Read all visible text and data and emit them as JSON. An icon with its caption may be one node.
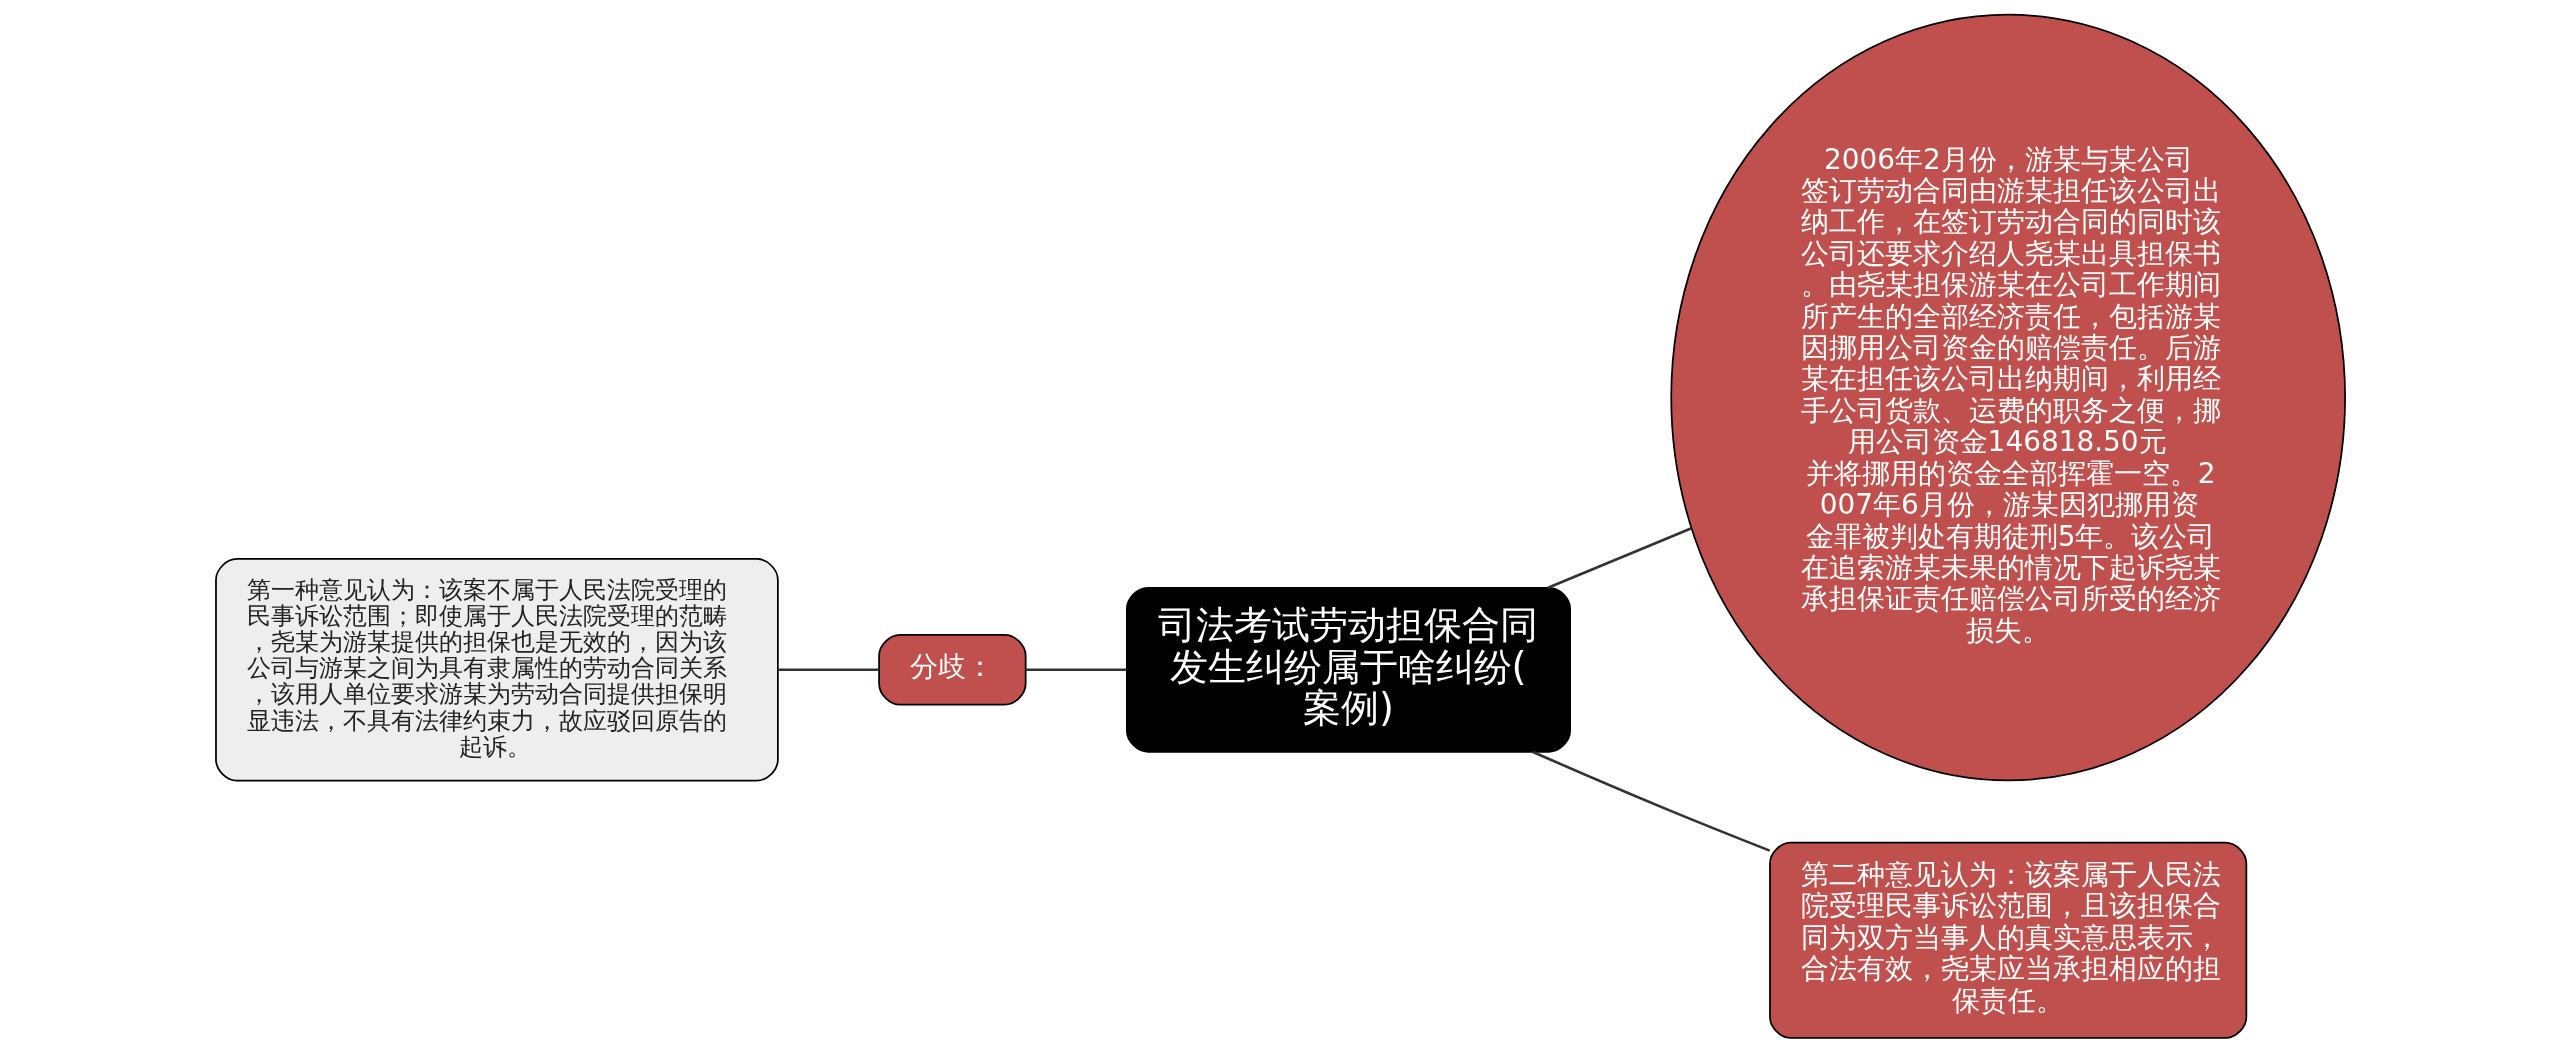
{
  "diagram": {
    "nodes": [
      {
        "text": [
          "司法考试劳动担保合同发生纠纷属于啥纠纷(案例)"
        ]
      },
      {
        "text": [
          "分歧："
        ]
      },
      {
        "text": [
          "第一种意见认为：该案不属于人民法院受理的民事诉讼范围；即使属于人民法院受理的范畴，尧某为游某提供的担保也是无效的，因为该公司与游某之间为具有隶属性的劳动合同关系，该用人单位要求游某为劳动合同提供担保明显违法，不具有法律约束力，故应驳回原告的起诉。"
        ]
      },
      {
        "text": [
          "2006年2月份，游某与某公司签订劳动合同由游某担任该公司出纳工作，在签订劳动合同的同时该公司还要求介绍人尧某出具担保书。由尧某担保游某在公司工作期间所产生的全部经济责任，包括游某因挪用公司资金的赔偿责任。后游某在担任该公司出纳期间，利用经手公司货款、运费的职务之便，挪用公司资金146818.50元并将挪用的资金全部挥霍一空。2007年6月份，游某因犯挪用资金罪被判处有期徒刑5年。该公司在追索游某未果的情况下起诉尧某承担保证责任赔偿公司所受的经济损失。"
        ]
      },
      {
        "text": [
          "第二种意见认为：该案属于人民法院受理民事诉讼范围，且该担保合同为双方当事人的真实意思表示，合法有效，尧某应当承担相应的担保责任。"
        ]
      }
    ],
    "edges": [
      {
        "from": 0,
        "to": 1,
        "arrow": "none"
      },
      {
        "from": 1,
        "to": 2,
        "arrow": "none"
      },
      {
        "from": 0,
        "to": 3,
        "arrow": "none"
      },
      {
        "from": 0,
        "to": 4,
        "arrow": "none"
      }
    ]
  }
}
